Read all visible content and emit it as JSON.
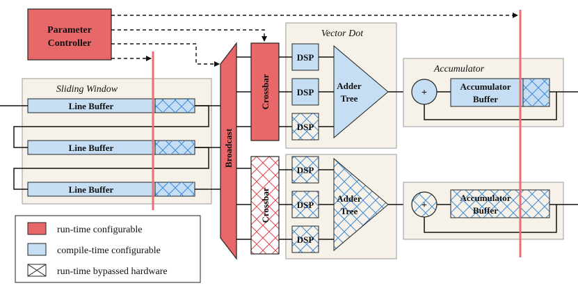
{
  "colors": {
    "runtime": "#e8686a",
    "compile": "#c6def3",
    "block_bg": "#f6f2e9",
    "hatch": "#3a8ad6",
    "hatch_red": "#e0424a",
    "red_line": "#ea6f72"
  },
  "controller": {
    "line1": "Parameter",
    "line2": "Controller"
  },
  "sliding_window": {
    "title": "Sliding Window",
    "buffers": [
      "Line Buffer",
      "Line Buffer",
      "Line Buffer"
    ]
  },
  "broadcast": {
    "label": "Broadcast"
  },
  "crossbars": [
    "Crossbar",
    "Crossbar"
  ],
  "vector_dot": {
    "title": "Vector Dot",
    "dsp_label": "DSP",
    "adder_line1": "Adder",
    "adder_line2": "Tree"
  },
  "accumulator": {
    "title": "Accumulator",
    "plus": "+",
    "buffer_line1": "Accumulator",
    "buffer_line2": "Buffer"
  },
  "legend": {
    "runtime": "run-time configurable",
    "compile": "compile-time configurable",
    "bypassed": "run-time bypassed hardware"
  }
}
